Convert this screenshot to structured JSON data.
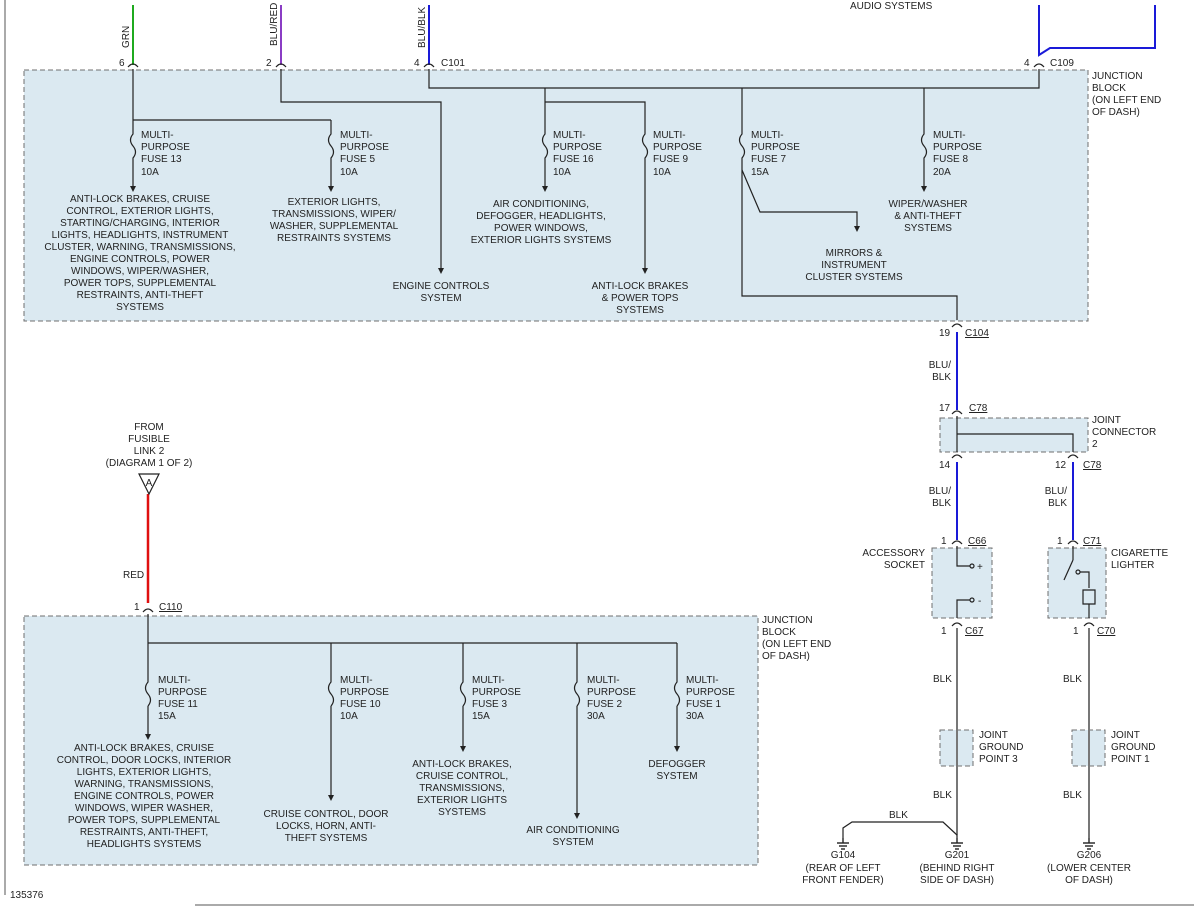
{
  "wire_colors": {
    "green": "#1faa1f",
    "violet": "#8a3cc4",
    "blue": "#1a1ad8",
    "red": "#e01010",
    "black": "#222222"
  },
  "top_wires": {
    "grn": "GRN",
    "blu_red": "BLU/RED",
    "blu_blk": "BLU/BLK",
    "audio": "AUDIO SYSTEMS"
  },
  "top_junction": {
    "label": [
      "JUNCTION",
      "BLOCK",
      "(ON LEFT END",
      "OF DASH)"
    ],
    "pins": {
      "p6": "6",
      "p2": "2",
      "p4": "4",
      "c101": "C101",
      "p4b": "4",
      "c109": "C109"
    },
    "fuses": [
      {
        "lines": [
          "MULTI-",
          "PURPOSE",
          "FUSE 13",
          "10A"
        ]
      },
      {
        "lines": [
          "MULTI-",
          "PURPOSE",
          "FUSE 5",
          "10A"
        ]
      },
      {
        "lines": [
          "MULTI-",
          "PURPOSE",
          "FUSE 16",
          "10A"
        ]
      },
      {
        "lines": [
          "MULTI-",
          "PURPOSE",
          "FUSE 9",
          "10A"
        ]
      },
      {
        "lines": [
          "MULTI-",
          "PURPOSE",
          "FUSE 7",
          "15A"
        ]
      },
      {
        "lines": [
          "MULTI-",
          "PURPOSE",
          "FUSE 8",
          "20A"
        ]
      }
    ],
    "loads": {
      "f13": [
        "ANTI-LOCK BRAKES, CRUISE",
        "CONTROL, EXTERIOR LIGHTS,",
        "STARTING/CHARGING, INTERIOR",
        "LIGHTS, HEADLIGHTS, INSTRUMENT",
        "CLUSTER, WARNING, TRANSMISSIONS,",
        "ENGINE CONTROLS, POWER",
        "WINDOWS, WIPER/WASHER,",
        "POWER TOPS, SUPPLEMENTAL",
        "RESTRAINTS, ANTI-THEFT",
        "SYSTEMS"
      ],
      "f5": [
        "EXTERIOR LIGHTS,",
        "TRANSMISSIONS, WIPER/",
        "WASHER, SUPPLEMENTAL",
        "RESTRAINTS SYSTEMS"
      ],
      "engine": [
        "ENGINE CONTROLS",
        "SYSTEM"
      ],
      "f16": [
        "AIR CONDITIONING,",
        "DEFOGGER, HEADLIGHTS,",
        "POWER WINDOWS,",
        "EXTERIOR LIGHTS SYSTEMS"
      ],
      "f9": [
        "ANTI-LOCK BRAKES",
        "& POWER TOPS",
        "SYSTEMS"
      ],
      "f7": [
        "MIRRORS &",
        "INSTRUMENT",
        "CLUSTER SYSTEMS"
      ],
      "f8": [
        "WIPER/WASHER",
        "& ANTI-THEFT",
        "SYSTEMS"
      ]
    }
  },
  "c104": {
    "pin": "19",
    "name": "C104",
    "wire": [
      "BLU/",
      "BLK"
    ]
  },
  "joint_connector": {
    "label": [
      "JOINT",
      "CONNECTOR",
      "2"
    ],
    "in_pin": "17",
    "in_name": "C78",
    "out1_pin": "14",
    "out2_pin": "12",
    "out2_name": "C78"
  },
  "accessory": {
    "wire": [
      "BLU/",
      "BLK"
    ],
    "pin": "1",
    "conn": "C66",
    "label": [
      "ACCESSORY",
      "SOCKET"
    ],
    "plus": "+",
    "minus": "-",
    "out_pin": "1",
    "out_conn": "C67",
    "wire_out": "BLK",
    "ground_point": [
      "JOINT",
      "GROUND",
      "POINT 3"
    ],
    "wire_g": "BLK",
    "ground": "G201",
    "ground_desc": [
      "(BEHIND RIGHT",
      "SIDE OF DASH)"
    ]
  },
  "lighter": {
    "wire": [
      "BLU/",
      "BLK"
    ],
    "pin": "1",
    "conn": "C71",
    "label": [
      "CIGARETTE",
      "LIGHTER"
    ],
    "out_pin": "1",
    "out_conn": "C70",
    "wire_out": "BLK",
    "ground_point": [
      "JOINT",
      "GROUND",
      "POINT 1"
    ],
    "wire_g": "BLK",
    "ground": "G206",
    "ground_desc": [
      "(LOWER CENTER",
      "OF DASH)"
    ]
  },
  "g104": {
    "wire": "BLK",
    "ground": "G104",
    "desc": [
      "(REAR OF LEFT",
      "FRONT FENDER)"
    ]
  },
  "fusible": {
    "lines": [
      "FROM",
      "FUSIBLE",
      "LINK 2",
      "(DIAGRAM 1 OF 2)"
    ],
    "symbol": "A",
    "wire": "RED"
  },
  "bottom_junction": {
    "label": [
      "JUNCTION",
      "BLOCK",
      "(ON LEFT END",
      "OF DASH)"
    ],
    "pin": "1",
    "conn": "C110",
    "fuses": [
      {
        "lines": [
          "MULTI-",
          "PURPOSE",
          "FUSE 11",
          "15A"
        ]
      },
      {
        "lines": [
          "MULTI-",
          "PURPOSE",
          "FUSE 10",
          "10A"
        ]
      },
      {
        "lines": [
          "MULTI-",
          "PURPOSE",
          "FUSE 3",
          "15A"
        ]
      },
      {
        "lines": [
          "MULTI-",
          "PURPOSE",
          "FUSE 2",
          "30A"
        ]
      },
      {
        "lines": [
          "MULTI-",
          "PURPOSE",
          "FUSE 1",
          "30A"
        ]
      }
    ],
    "loads": {
      "f11": [
        "ANTI-LOCK BRAKES, CRUISE",
        "CONTROL, DOOR LOCKS, INTERIOR",
        "LIGHTS, EXTERIOR LIGHTS,",
        "WARNING, TRANSMISSIONS,",
        "ENGINE CONTROLS, POWER",
        "WINDOWS, WIPER WASHER,",
        "POWER TOPS, SUPPLEMENTAL",
        "RESTRAINTS, ANTI-THEFT,",
        "HEADLIGHTS SYSTEMS"
      ],
      "f10": [
        "CRUISE CONTROL, DOOR",
        "LOCKS, HORN, ANTI-",
        "THEFT SYSTEMS"
      ],
      "f3": [
        "ANTI-LOCK BRAKES,",
        "CRUISE CONTROL,",
        "TRANSMISSIONS,",
        "EXTERIOR LIGHTS",
        "SYSTEMS"
      ],
      "f2": [
        "AIR CONDITIONING",
        "SYSTEM"
      ],
      "f1": [
        "DEFOGGER",
        "SYSTEM"
      ]
    }
  },
  "figure_id": "135376"
}
